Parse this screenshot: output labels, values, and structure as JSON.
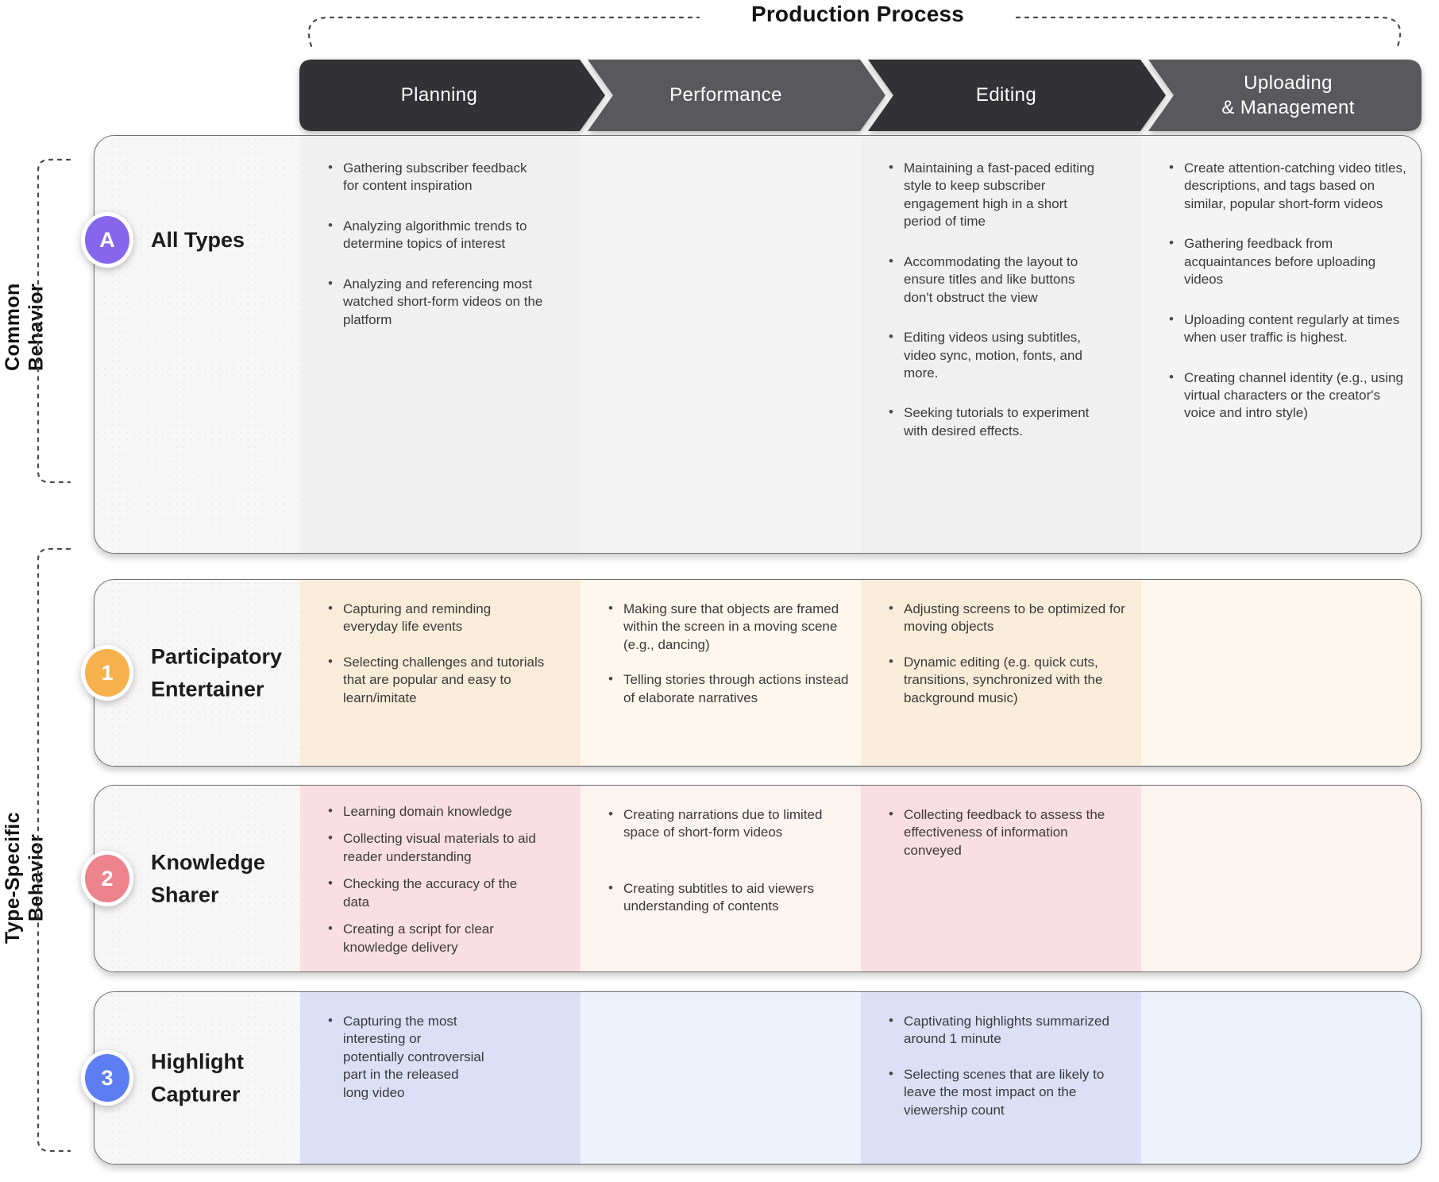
{
  "title": "Production Process",
  "header": {
    "columns": [
      {
        "label": "Planning",
        "color": "#323133"
      },
      {
        "label": "Performance",
        "color": "#59585b"
      },
      {
        "label": "Editing",
        "color": "#323133"
      },
      {
        "label": "Uploading\n& Management",
        "color": "#59585b"
      }
    ]
  },
  "side_groups": [
    {
      "label": "Common\nBehavior"
    },
    {
      "label": "Type-Specific\nBehavior"
    }
  ],
  "rows": [
    {
      "badge": "A",
      "badge_color": "#8766ee",
      "label": "All Types",
      "tint_strong": "#f1f0f0",
      "tint_light": "#f5f4f4",
      "cells": {
        "planning": [
          "Gathering subscriber feedback for content inspiration",
          "Analyzing algorithmic trends to determine topics of interest",
          "Analyzing and referencing most watched short-form videos on the platform"
        ],
        "performance": [],
        "editing": [
          "Maintaining a fast-paced editing style to keep subscriber engagement high in a short period of time",
          "Accommodating the layout to ensure titles and like buttons don't obstruct the view",
          "Editing videos using subtitles, video sync, motion, fonts, and more.",
          "Seeking tutorials to experiment with desired effects."
        ],
        "uploading": [
          "Create attention-catching video titles, descriptions, and tags based on similar, popular short-form videos",
          "Gathering feedback from acquaintances before uploading videos",
          "Uploading content regularly at times when user traffic is highest.",
          "Creating channel identity (e.g., using virtual characters or the creator's voice and intro style)"
        ]
      }
    },
    {
      "badge": "1",
      "badge_color": "#f6b14d",
      "label": "Participatory Entertainer",
      "tint_strong": "#f9edd9",
      "tint_light": "#fdf7ed",
      "cells": {
        "planning": [
          "Capturing and reminding everyday life events",
          "Selecting challenges and tutorials that are popular and easy to learn/imitate"
        ],
        "performance": [
          "Making sure that objects are framed within the screen in a moving scene (e.g., dancing)",
          "Telling stories through actions instead of elaborate narratives"
        ],
        "editing": [
          "Adjusting screens to be optimized for moving objects",
          "Dynamic editing (e.g. quick cuts, transitions, synchronized with the background music)"
        ],
        "uploading": []
      }
    },
    {
      "badge": "2",
      "badge_color": "#ed838b",
      "label": "Knowledge Sharer",
      "tint_strong": "#f9dfe3",
      "tint_light": "#fcf4f1",
      "cells": {
        "planning": [
          "Learning domain knowledge",
          "Collecting visual materials to aid reader understanding",
          "Checking the accuracy of the data",
          "Creating a script for clear knowledge delivery"
        ],
        "performance": [
          "Creating narrations due to limited space of short-form videos",
          "Creating subtitles to aid viewers understanding of contents"
        ],
        "editing": [
          "Collecting feedback to assess the effectiveness of information conveyed"
        ],
        "uploading": []
      }
    },
    {
      "badge": "3",
      "badge_color": "#5d7ef2",
      "label": "Highlight Capturer",
      "tint_strong": "#dbe0f7",
      "tint_light": "#edf1fa",
      "cells": {
        "planning": [
          "Capturing the most interesting or potentially controversial part in the released long video"
        ],
        "performance": [],
        "editing": [
          "Captivating highlights summarized around 1 minute",
          "Selecting scenes that are likely to leave the most impact on the viewership count"
        ],
        "uploading": []
      }
    }
  ]
}
